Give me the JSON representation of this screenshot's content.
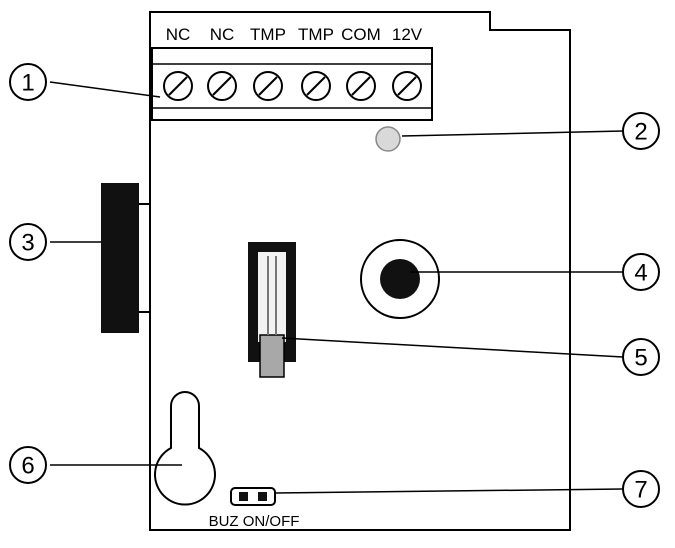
{
  "terminal_block": {
    "labels": [
      "NC",
      "NC",
      "TMP",
      "TMP",
      "COM",
      "12V"
    ]
  },
  "callouts": [
    {
      "number": "1",
      "target": "terminal-block"
    },
    {
      "number": "2",
      "target": "led-indicator"
    },
    {
      "number": "3",
      "target": "side-clip"
    },
    {
      "number": "4",
      "target": "buzzer"
    },
    {
      "number": "5",
      "target": "tamper-switch"
    },
    {
      "number": "6",
      "target": "mounting-keyhole"
    },
    {
      "number": "7",
      "target": "buzzer-jumper"
    }
  ],
  "jumper": {
    "caption": "BUZ ON/OFF"
  }
}
